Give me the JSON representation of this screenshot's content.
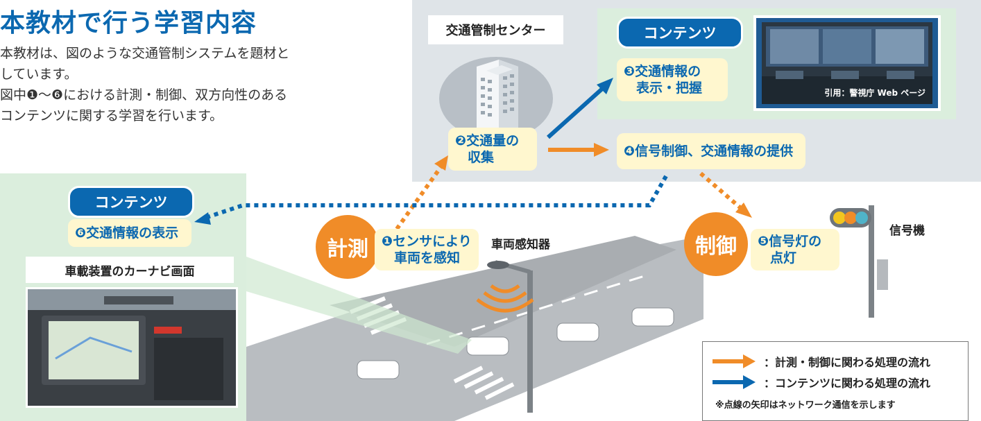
{
  "title": "本教材で行う学習内容",
  "intro": {
    "lines": [
      "本教材は、図のような交通管制システムを題材と",
      "しています。",
      "図中❶〜❻における計測・制御、双方向性のある",
      "コンテンツに関する学習を行います。"
    ]
  },
  "center": {
    "label": "交通管制センター",
    "contents_badge": "コンテンツ",
    "step3": [
      "❸交通情報の",
      "表示・把握"
    ],
    "image_citation": "引用：警視庁 Web ページ",
    "step2": [
      "❷交通量の",
      "収集"
    ],
    "step4": "❹信号制御、交通情報の提供"
  },
  "car": {
    "contents_badge": "コンテンツ",
    "step6": "❻交通情報の表示",
    "label": "車載装置のカーナビ画面"
  },
  "measurement": {
    "circle": "計測",
    "step1": [
      "❶センサにより",
      "車両を感知"
    ],
    "device": "車両感知器"
  },
  "control": {
    "circle": "制御",
    "step5": [
      "❺信号灯の",
      "点灯"
    ],
    "device": "信号機"
  },
  "legend": {
    "orange_text": "：計測・制御に関わる処理の流れ",
    "blue_text": "：コンテンツに関わる処理の流れ",
    "note": "※点線の矢印はネットワーク通信を示します"
  },
  "colors": {
    "orange": "#f08c28",
    "blue": "#0b68b0",
    "panel_gray": "#dfe4e8",
    "panel_green": "#dbeedd",
    "box_yellow": "#fff7cf"
  }
}
